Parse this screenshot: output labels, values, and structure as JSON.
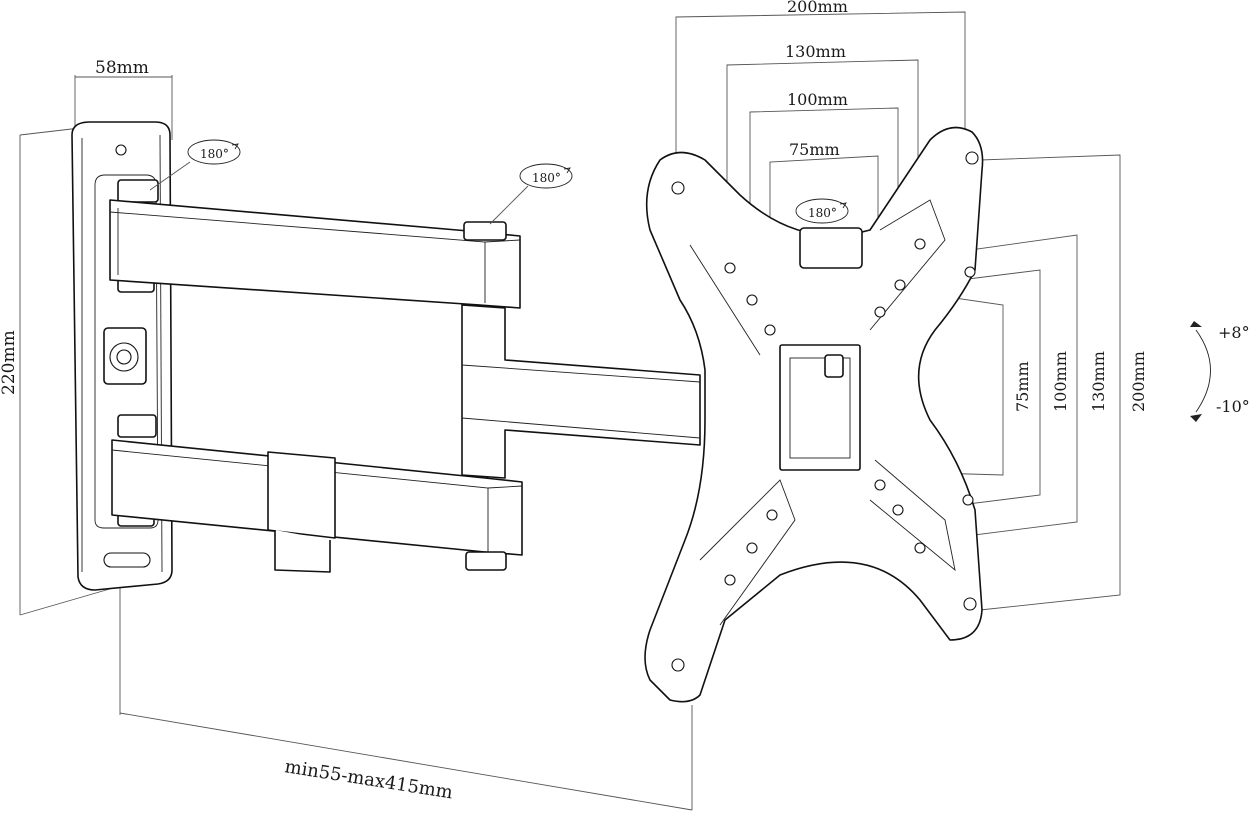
{
  "dimensions": {
    "wall_plate_width": "58mm",
    "wall_plate_height": "220mm",
    "arm_extension": "min55-max415mm",
    "vesa_horizontal": [
      "200mm",
      "130mm",
      "100mm",
      "75mm"
    ],
    "vesa_vertical": [
      "75mm",
      "100mm",
      "130mm",
      "200mm"
    ]
  },
  "rotations": {
    "wall_swivel": "180°",
    "arm_swivel": "180°",
    "plate_swivel": "180°"
  },
  "tilt": {
    "up": "+8°",
    "down": "-10°"
  }
}
